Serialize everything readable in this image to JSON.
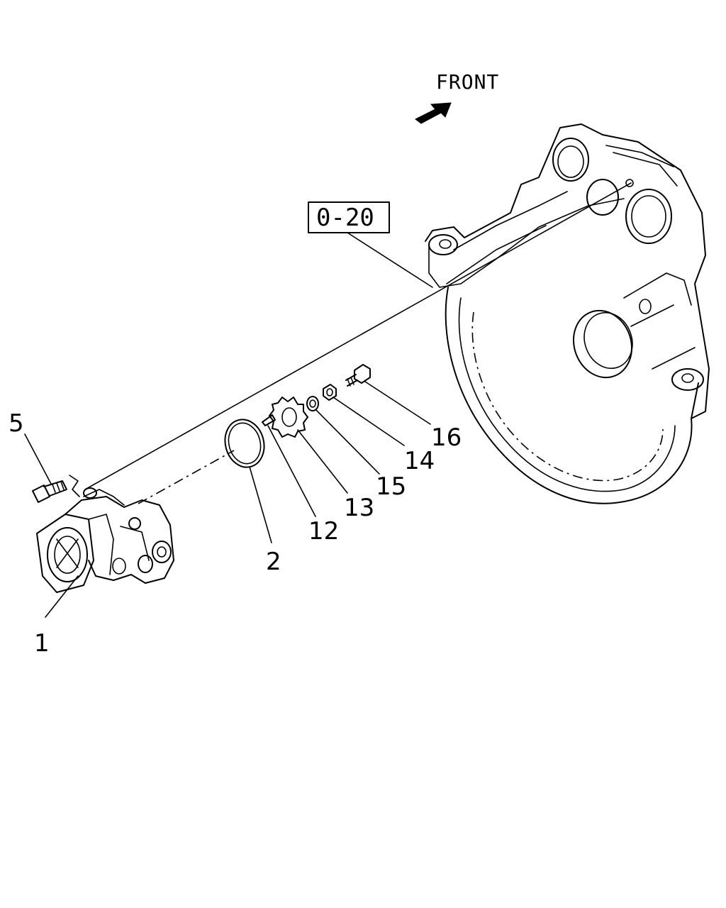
{
  "direction_label": "FRONT",
  "reference_box": "0-20",
  "callouts": {
    "c1": "1",
    "c2": "2",
    "c5": "5",
    "c12": "12",
    "c13": "13",
    "c14": "14",
    "c15": "15",
    "c16": "16"
  }
}
